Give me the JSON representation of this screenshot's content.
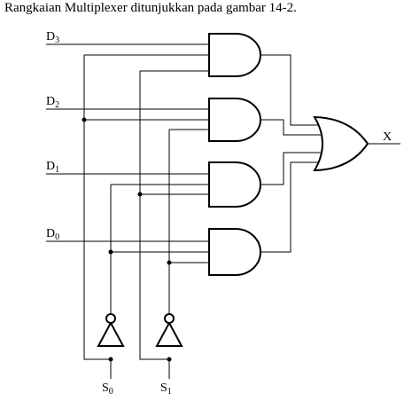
{
  "caption": "Rangkaian Multiplexer ditunjukkan pada gambar 14-2.",
  "inputs": {
    "d3": {
      "base": "D",
      "sub": "3"
    },
    "d2": {
      "base": "D",
      "sub": "2"
    },
    "d1": {
      "base": "D",
      "sub": "1"
    },
    "d0": {
      "base": "D",
      "sub": "0"
    }
  },
  "selects": {
    "s0": {
      "base": "S",
      "sub": "0"
    },
    "s1": {
      "base": "S",
      "sub": "1"
    }
  },
  "output": {
    "label": "X"
  }
}
